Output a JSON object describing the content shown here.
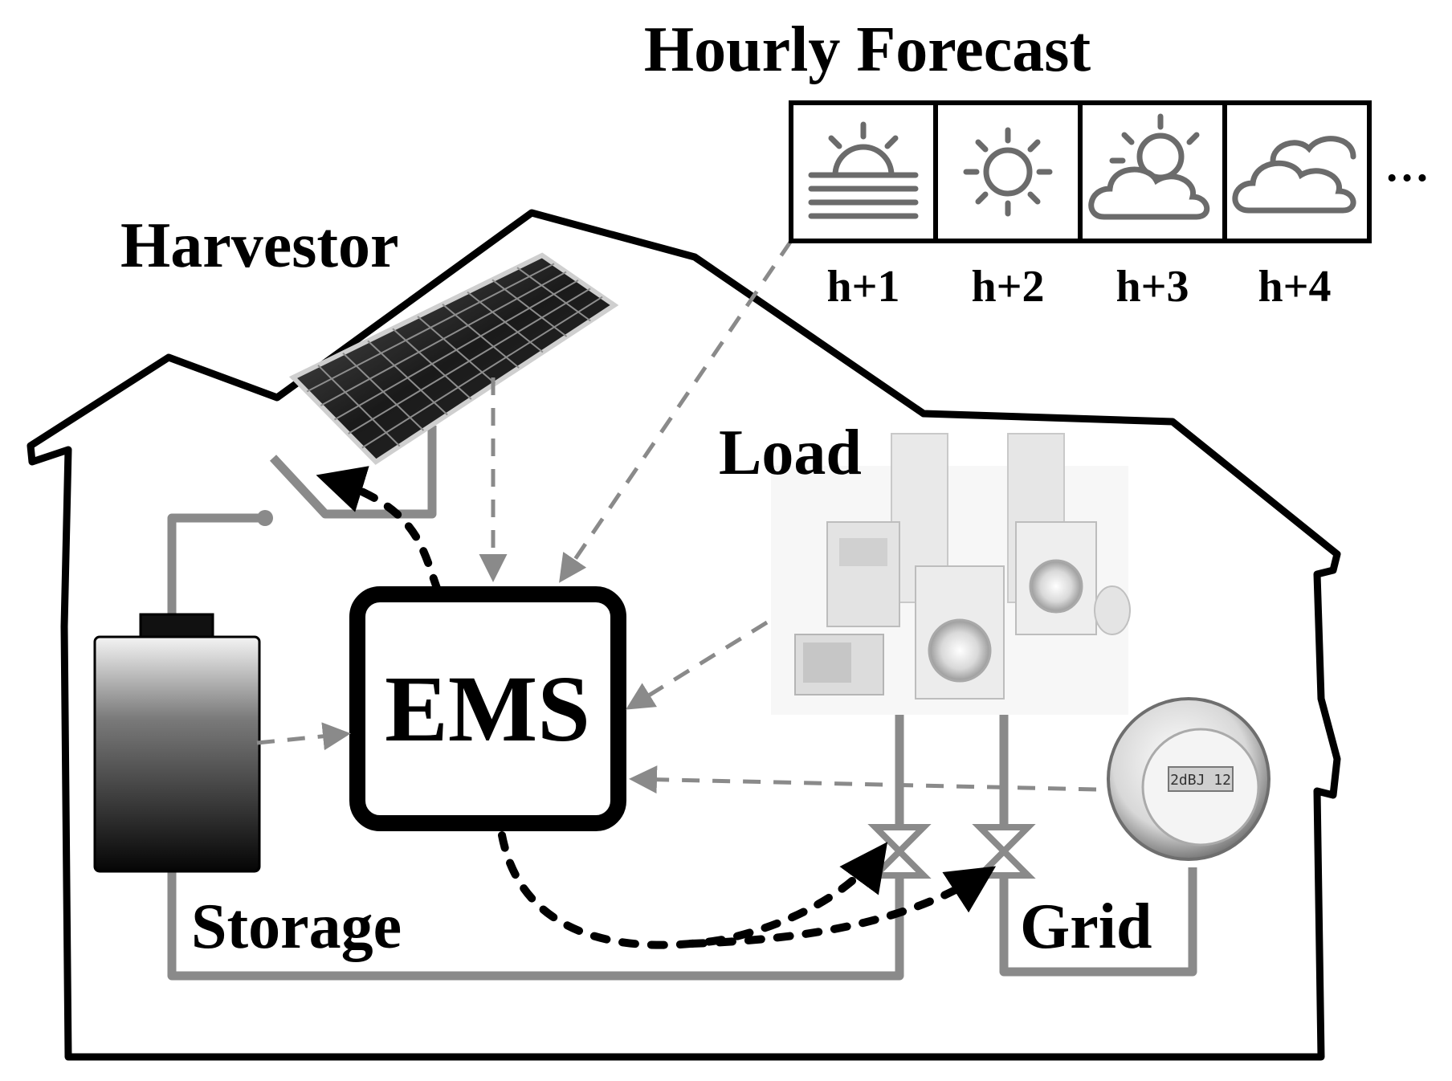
{
  "title": "Hourly Forecast",
  "labels": {
    "harvestor": "Harvestor",
    "load": "Load",
    "ems": "EMS",
    "storage": "Storage",
    "grid": "Grid"
  },
  "forecast": {
    "hours": [
      {
        "label": "h+1",
        "icon": "sunrise-icon"
      },
      {
        "label": "h+2",
        "icon": "sun-icon"
      },
      {
        "label": "h+3",
        "icon": "partly-cloudy-icon"
      },
      {
        "label": "h+4",
        "icon": "cloudy-icon"
      }
    ],
    "more": "…"
  },
  "meter_display": "2dBJ 12",
  "colors": {
    "outline": "#000000",
    "wire": "#8a8a8a",
    "info_arrow": "#8a8a8a",
    "control_arrow": "#000000"
  }
}
